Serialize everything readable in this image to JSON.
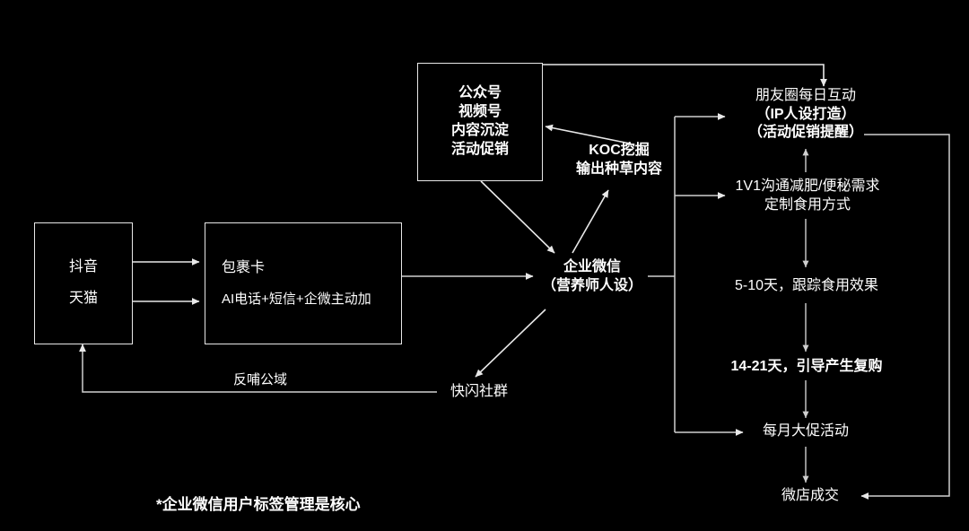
{
  "diagram": {
    "title_footnote": "*企业微信用户标签管理是核心",
    "background_color": "#000000",
    "line_color": "#e8e8e8",
    "text_color": "#ffffff"
  },
  "nodes": {
    "source_box": {
      "line1": "抖音",
      "line2": "天猫"
    },
    "package_box": {
      "line1": "包裹卡",
      "line2": "AI电话+短信+企微主动加"
    },
    "content_box": {
      "line1": "公众号",
      "line2": "视频号",
      "line3": "内容沉淀",
      "line4": "活动促销"
    },
    "koc": {
      "line1": "KOC挖掘",
      "line2": "输出种草内容"
    },
    "wecom": {
      "line1": "企业微信",
      "line2": "（营养师人设）"
    },
    "flash_group": {
      "label": "快闪社群"
    },
    "moments": {
      "line1": "朋友圈每日互动",
      "line2": "（IP人设打造）",
      "line3": "（活动促销提醒）"
    },
    "one_on_one": {
      "line1": "1V1沟通减肥/便秘需求",
      "line2": "定制食用方式"
    },
    "followup": {
      "label": "5-10天，跟踪食用效果"
    },
    "repurchase": {
      "label": "14-21天，引导产生复购"
    },
    "monthly_promo": {
      "label": "每月大促活动"
    },
    "store_deal": {
      "label": "微店成交"
    }
  },
  "edges": {
    "feedback_label": "反哺公域"
  }
}
